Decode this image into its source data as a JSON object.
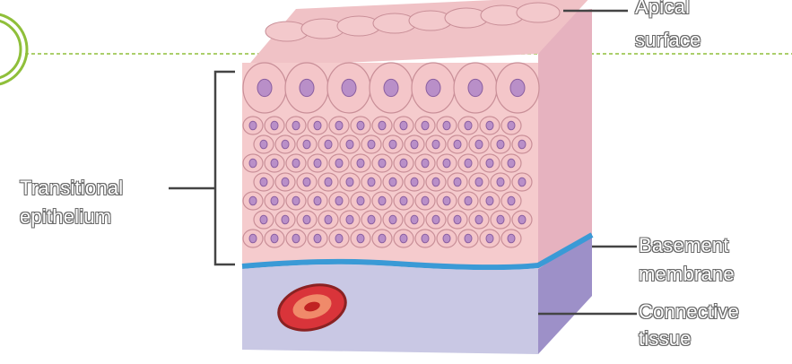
{
  "labels": {
    "apical_line1": "Apical",
    "apical_line2": "surface",
    "transitional_line1": "Transitional",
    "transitional_line2": "epithelium",
    "basement_line1": "Basement",
    "basement_line2": "membrane",
    "connective_line1": "Connective",
    "connective_line2": "tissue"
  },
  "colors": {
    "accent_green": "#8fbf3a",
    "cell_fill": "#f4c6c9",
    "cell_outline": "#c98f98",
    "nucleus_fill": "#b98fc8",
    "basement_membrane": "#3a9ad6",
    "connective_tissue": "#c6c6e6",
    "blood_vessel": "#d43a2a"
  }
}
